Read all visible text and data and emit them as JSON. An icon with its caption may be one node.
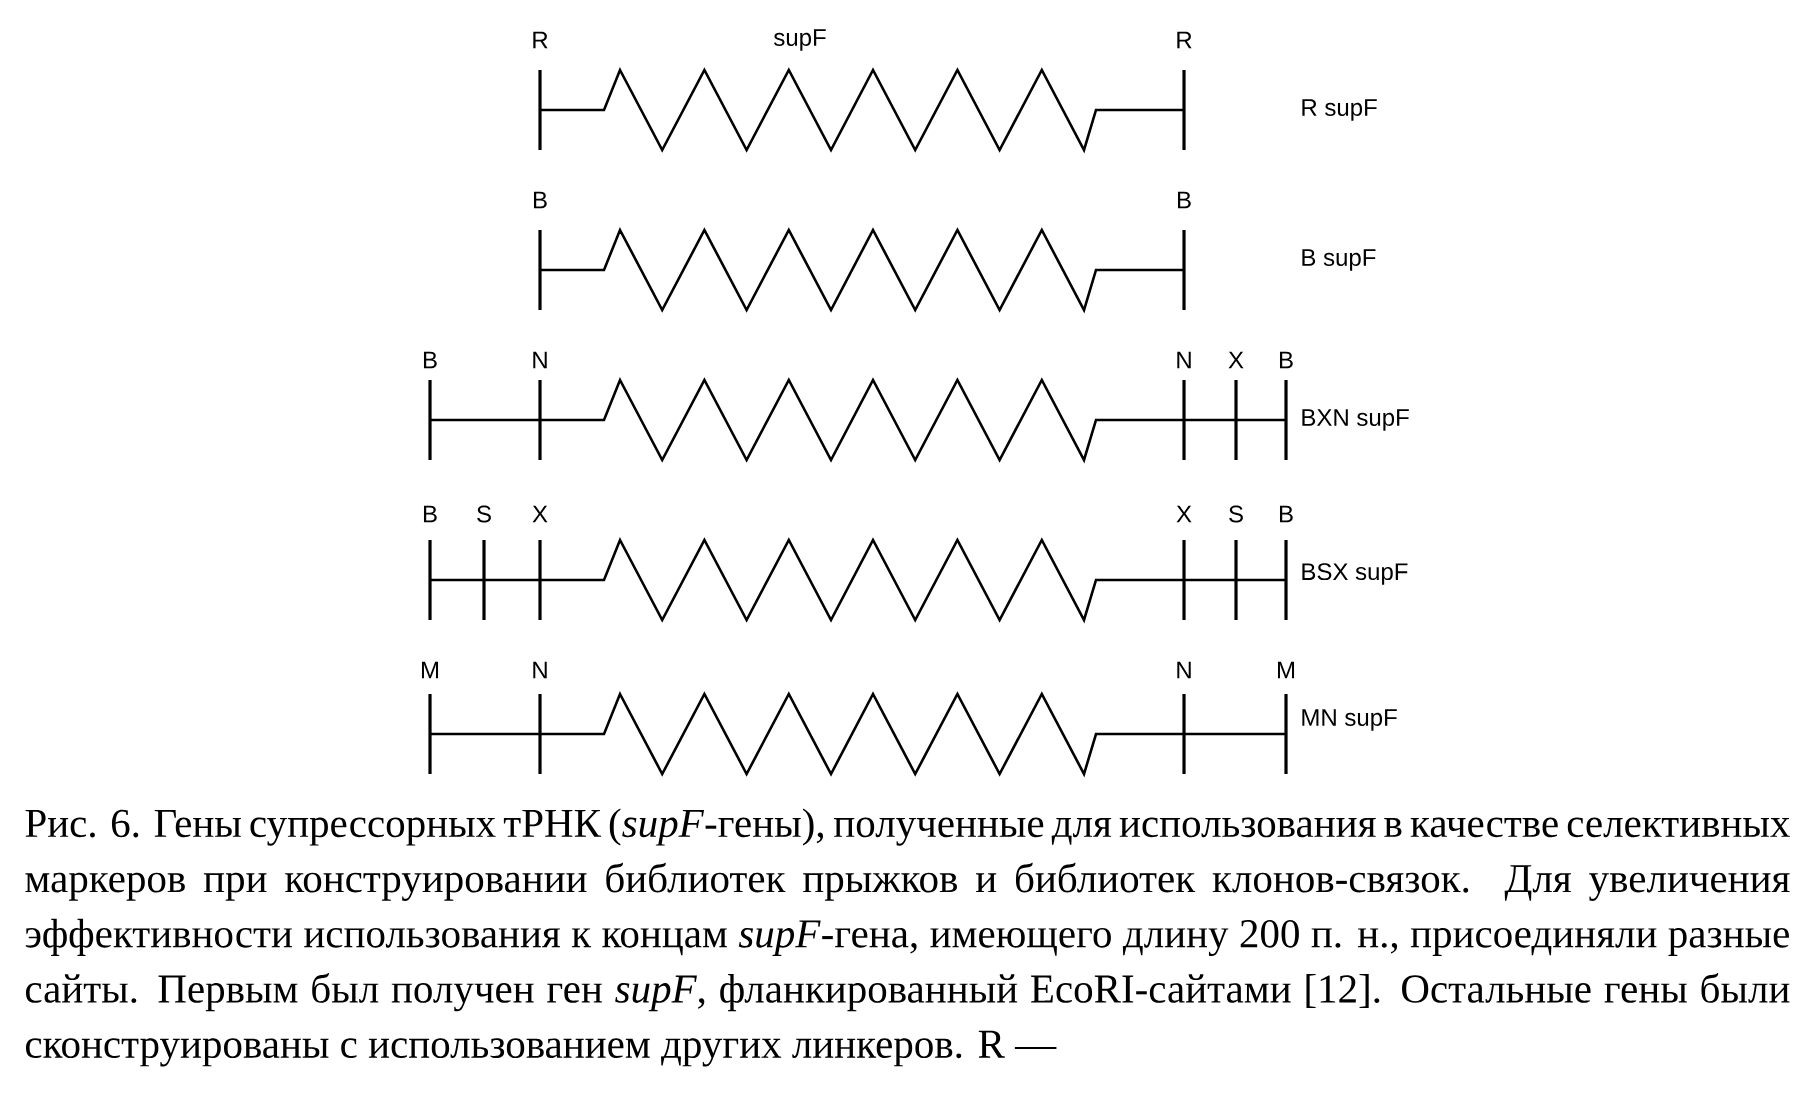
{
  "diagram": {
    "caption": "Рис. 6. Гены супрессорных тРНК (*supF*-гены), полученные для использования в качестве селективных маркеров при конструировании библиотек прыжков и библиотек клонов-связок. Для увеличения эффективности использования к концам *supF*-гена, имеющего длину 200 п. н., присоединяли разные сайты. Первым был получен ген *supF*, фланкированный EcoRI-сайтами [12]. Остальные гены были сконструированы с использованием других линкеров. R —",
    "labels": [
      "R",
      "supF",
      "R",
      "R supF",
      "B",
      "B",
      "B supF",
      "B",
      "N",
      "N",
      "X",
      "B",
      "BXN supF",
      "B",
      "S",
      "X",
      "X",
      "S",
      "B",
      "BSX supF",
      "M",
      "N",
      "N",
      "M",
      "MN supF"
    ]
  }
}
